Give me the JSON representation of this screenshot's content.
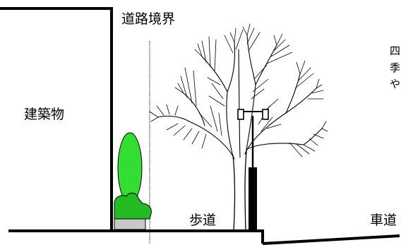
{
  "labels": {
    "building": "建築物",
    "road_boundary": "道路境界",
    "sidewalk": "歩道",
    "roadway": "車道",
    "note_line1": "四",
    "note_line2": "季",
    "note_line3": "や"
  },
  "colors": {
    "line": "#000000",
    "shrub_tall": "#33dd33",
    "shrub_low": "#22bb22",
    "planter_base": "#c8c8c8",
    "background": "#ffffff"
  },
  "icons": {
    "street_lamp": "double-headed-street-lamp",
    "tree": "deciduous-tree-winter"
  }
}
